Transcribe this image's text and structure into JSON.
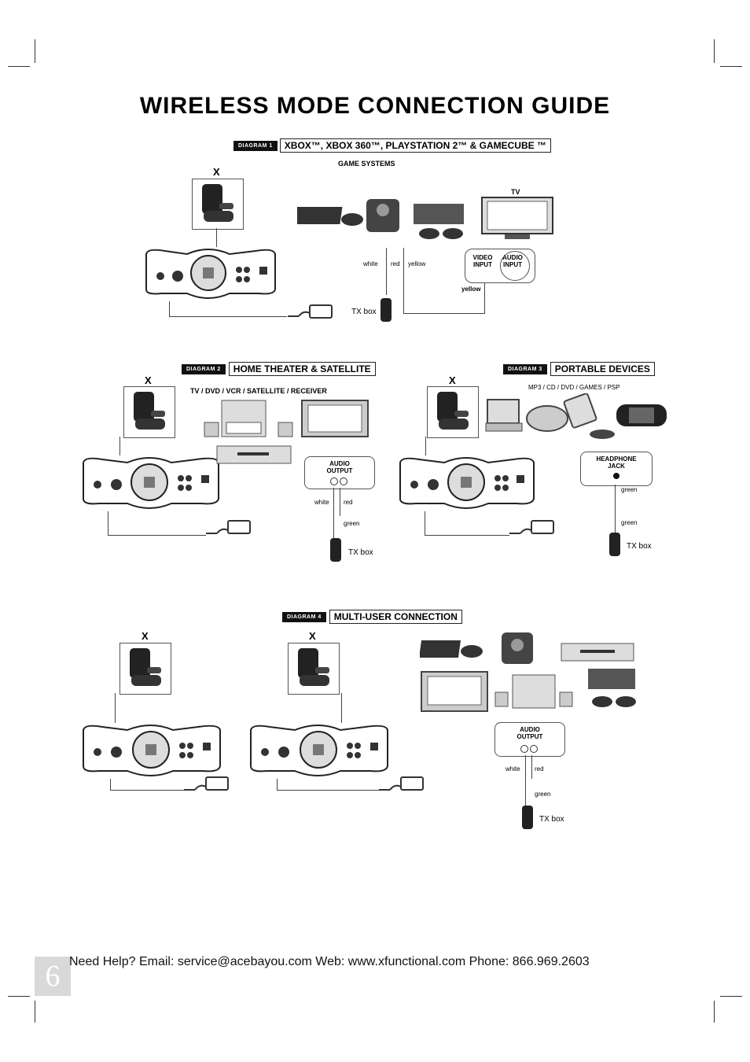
{
  "page": {
    "title": "WIRELESS MODE CONNECTION GUIDE",
    "page_number": "6",
    "footer": "Need Help?   Email: service@acebayou.com Web: www.xfunctional.com Phone: 866.969.2603"
  },
  "diagram1": {
    "tag": "DIAGRAM 1",
    "title": "XBOX™,  XBOX 360™, PLAYSTATION 2™ & GAMECUBE ™",
    "chair_label": "X",
    "game_systems": "GAME SYSTEMS",
    "tv": "TV",
    "video_input": "VIDEO INPUT",
    "audio_input": "AUDIO INPUT",
    "white": "white",
    "red": "red",
    "yellow": "yellow",
    "yellow2": "yellow",
    "tx_box": "TX box"
  },
  "diagram2": {
    "tag": "DIAGRAM 2",
    "title": "HOME THEATER & SATELLITE",
    "chair_label": "X",
    "sources": "TV / DVD / VCR / SATELLITE / RECEIVER",
    "audio_output": "AUDIO OUTPUT",
    "white": "white",
    "red": "red",
    "green": "green",
    "tx_box": "TX box"
  },
  "diagram3": {
    "tag": "DIAGRAM 3",
    "title": "PORTABLE DEVICES",
    "chair_label": "X",
    "sources": "MP3 / CD / DVD / GAMES / PSP",
    "headphone_jack": "HEADPHONE JACK",
    "green1": "green",
    "green2": "green",
    "tx_box": "TX box"
  },
  "diagram4": {
    "tag": "DIAGRAM 4",
    "title": "MULTI-USER CONNECTION",
    "chair_label_1": "X",
    "chair_label_2": "X",
    "audio_output": "AUDIO OUTPUT",
    "white": "white",
    "red": "red",
    "green": "green",
    "tx_box": "TX box"
  }
}
